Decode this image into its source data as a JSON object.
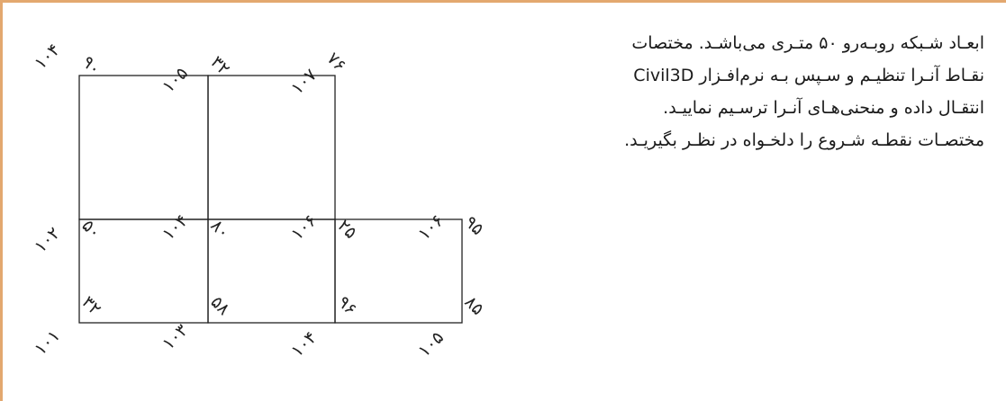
{
  "colors": {
    "border": "#e3a86f",
    "line": "#222222",
    "text": "#1a1a1a"
  },
  "paragraph": {
    "lines": [
      "ابعـاد شـبکه روبـه‌رو ۵۰ متـری می‌باشـد. مختصات",
      "نقـاط آنـرا تنظیـم و سـپس بـه نرم‌افـزار Civil3D",
      "انتقـال داده و منحنی‌هـای آنـرا ترسـیم نماییـد.",
      "مختصـات نقطـه شـروع را دلخـواه در نظـر بگیریـد."
    ]
  },
  "grid": {
    "labels": {
      "a_top": "۹۰",
      "a_left": "۱۰۴",
      "b_top": "۳۲",
      "b_left": "۱۰۵",
      "c_top": "۷۶",
      "c_left": "۱۰۷",
      "d_top": "۵۰",
      "d_left": "۱۰۲",
      "e_top": "۸۰",
      "e_left": "۱۰۴",
      "f_top": "۲۵",
      "f_left": "۱۰۶",
      "g_top": "۹۵",
      "g_left": "۱۰۶",
      "h_top": "۳۲",
      "h_left": "۱۰۱",
      "i_top": "۵۸",
      "i_left": "۱۰۳",
      "j_top": "۹۶",
      "j_left": "۱۰۴",
      "k_top": "۸۵",
      "k_left": "۱۰۵"
    }
  }
}
